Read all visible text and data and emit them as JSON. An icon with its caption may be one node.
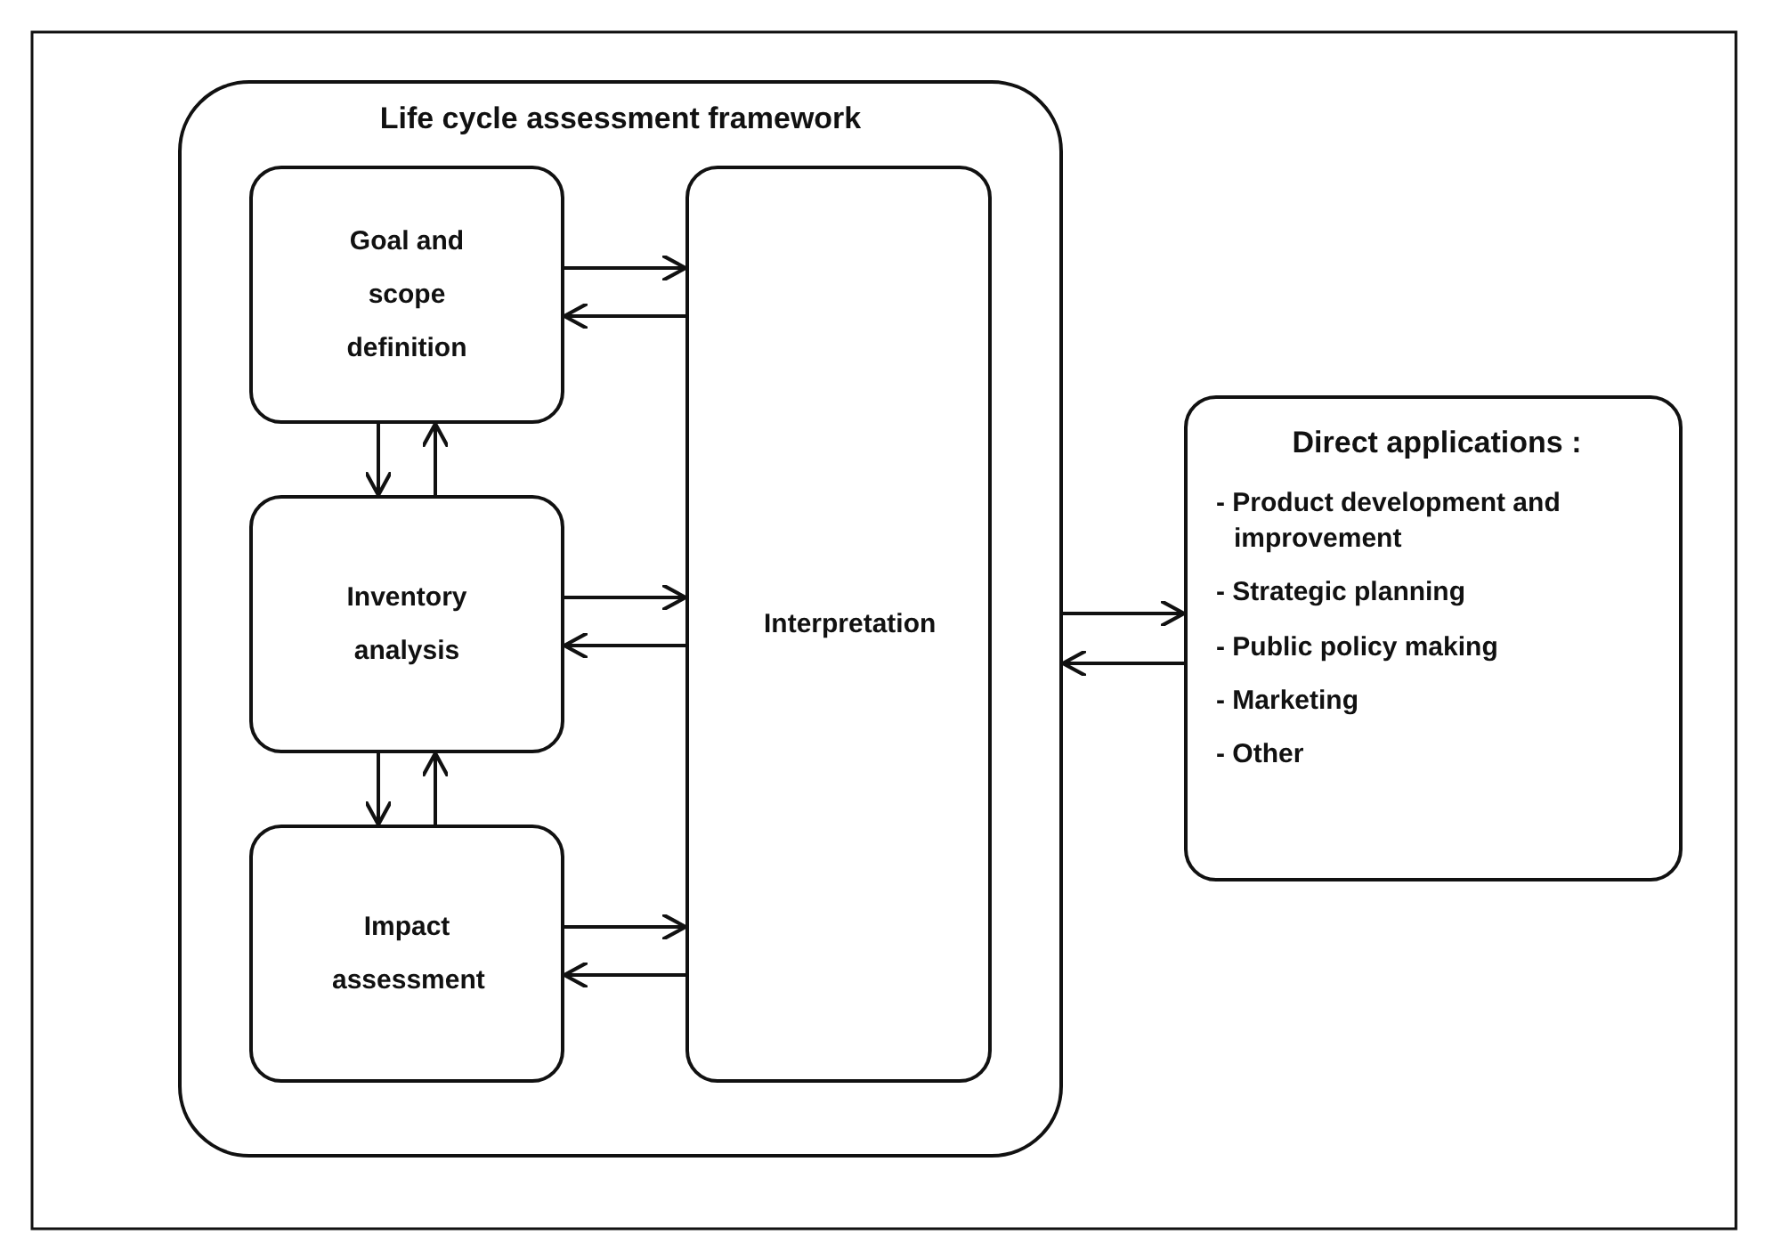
{
  "diagram": {
    "nodes": [
      {
        "text": [
          "Life cycle assessment framework"
        ]
      },
      {
        "text": [
          "Goal and scope definition"
        ],
        "in": 0
      },
      {
        "text": [
          "Inventory analysis"
        ],
        "in": 0
      },
      {
        "text": [
          "Impact assessment"
        ],
        "in": 0
      },
      {
        "text": [
          "Interpretation"
        ],
        "in": 0
      },
      {
        "text": [
          "Direct applications :",
          "- Product development and improvement",
          "- Strategic planning",
          "- Public policy making",
          "- Marketing",
          "- Other"
        ]
      }
    ],
    "edges": [
      {
        "from": 1,
        "to": 4,
        "arrow": "to"
      },
      {
        "from": 4,
        "to": 1,
        "arrow": "to"
      },
      {
        "from": 2,
        "to": 4,
        "arrow": "to"
      },
      {
        "from": 4,
        "to": 2,
        "arrow": "to"
      },
      {
        "from": 3,
        "to": 4,
        "arrow": "to"
      },
      {
        "from": 4,
        "to": 3,
        "arrow": "to"
      },
      {
        "from": 1,
        "to": 2,
        "arrow": "to"
      },
      {
        "from": 2,
        "to": 1,
        "arrow": "to"
      },
      {
        "from": 2,
        "to": 3,
        "arrow": "to"
      },
      {
        "from": 3,
        "to": 2,
        "arrow": "to"
      },
      {
        "from": 0,
        "to": 5,
        "arrow": "to"
      },
      {
        "from": 5,
        "to": 0,
        "arrow": "to"
      }
    ]
  }
}
